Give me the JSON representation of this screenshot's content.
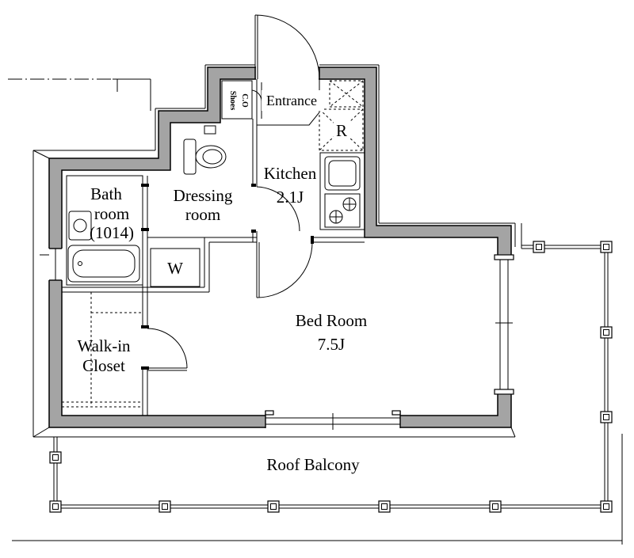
{
  "colors": {
    "wall_fill": "#a4a4a4",
    "line": "#000000"
  },
  "plan": {
    "entrance": "Entrance",
    "shoes": "Shoes",
    "shoes_code": "C.O",
    "refrigerator": "R",
    "kitchen": {
      "name": "Kitchen",
      "size": "2.1J"
    },
    "bath": {
      "line1": "Bath",
      "line2": "room",
      "size": "(1014)"
    },
    "dressing": {
      "line1": "Dressing",
      "line2": "room"
    },
    "washer": "W",
    "bedroom": {
      "name": "Bed Room",
      "size": "7.5J"
    },
    "walkin": {
      "line1": "Walk-in",
      "line2": "Closet"
    },
    "balcony": "Roof Balcony"
  }
}
